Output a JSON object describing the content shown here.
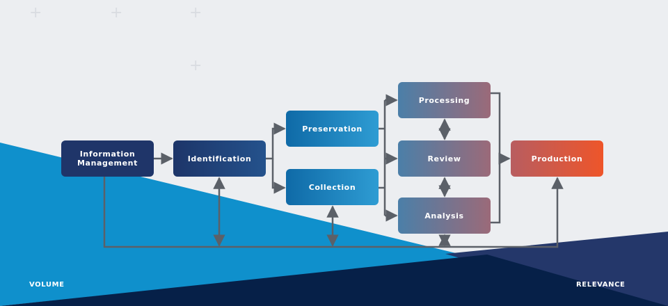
{
  "nodes": {
    "information_management": "Information Management",
    "identification": "Identification",
    "preservation": "Preservation",
    "collection": "Collection",
    "processing": "Processing",
    "review": "Review",
    "analysis": "Analysis",
    "production": "Production"
  },
  "axis_labels": {
    "left": "VOLUME",
    "right": "RELEVANCE"
  },
  "colors": {
    "background": "#eceef1",
    "light_blue": "#0f90cc",
    "dark_navy": "#062048",
    "navy": "#1f3569",
    "connector": "#5b6068",
    "production": "#ee552a"
  }
}
